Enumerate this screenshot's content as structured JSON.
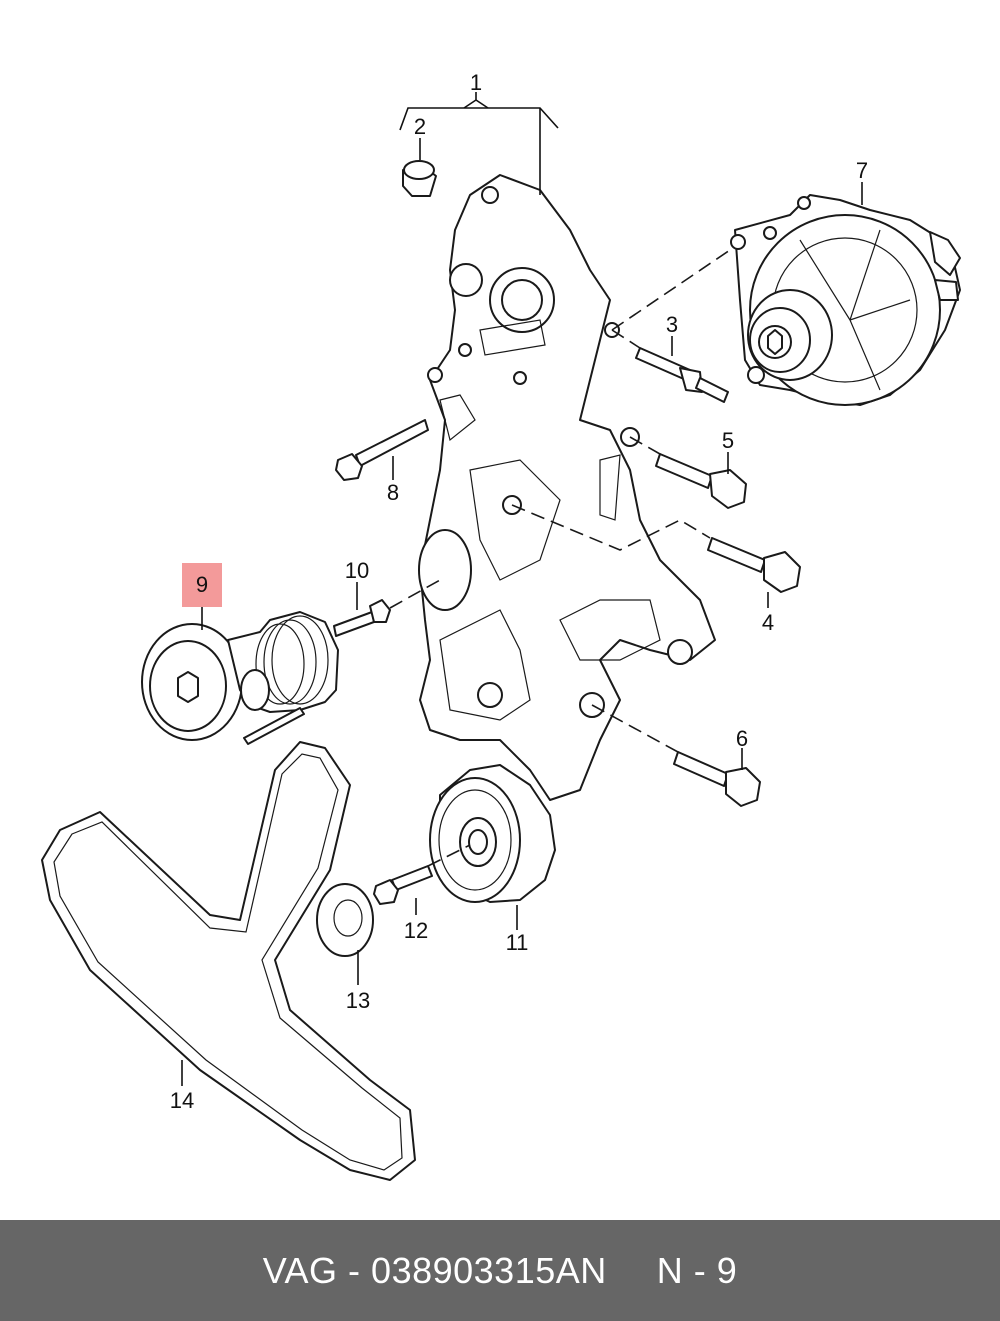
{
  "diagram": {
    "callouts": [
      {
        "id": "1",
        "text": "1"
      },
      {
        "id": "2",
        "text": "2"
      },
      {
        "id": "3",
        "text": "3"
      },
      {
        "id": "4",
        "text": "4"
      },
      {
        "id": "5",
        "text": "5"
      },
      {
        "id": "6",
        "text": "6"
      },
      {
        "id": "7",
        "text": "7"
      },
      {
        "id": "8",
        "text": "8"
      },
      {
        "id": "9",
        "text": "9",
        "highlighted": true
      },
      {
        "id": "10",
        "text": "10"
      },
      {
        "id": "11",
        "text": "11"
      },
      {
        "id": "12",
        "text": "12"
      },
      {
        "id": "13",
        "text": "13"
      },
      {
        "id": "14",
        "text": "14"
      }
    ],
    "highlight_color": "#f39a9a"
  },
  "footer": {
    "part_reference": "VAG - 038903315AN",
    "position_reference": "N - 9"
  }
}
